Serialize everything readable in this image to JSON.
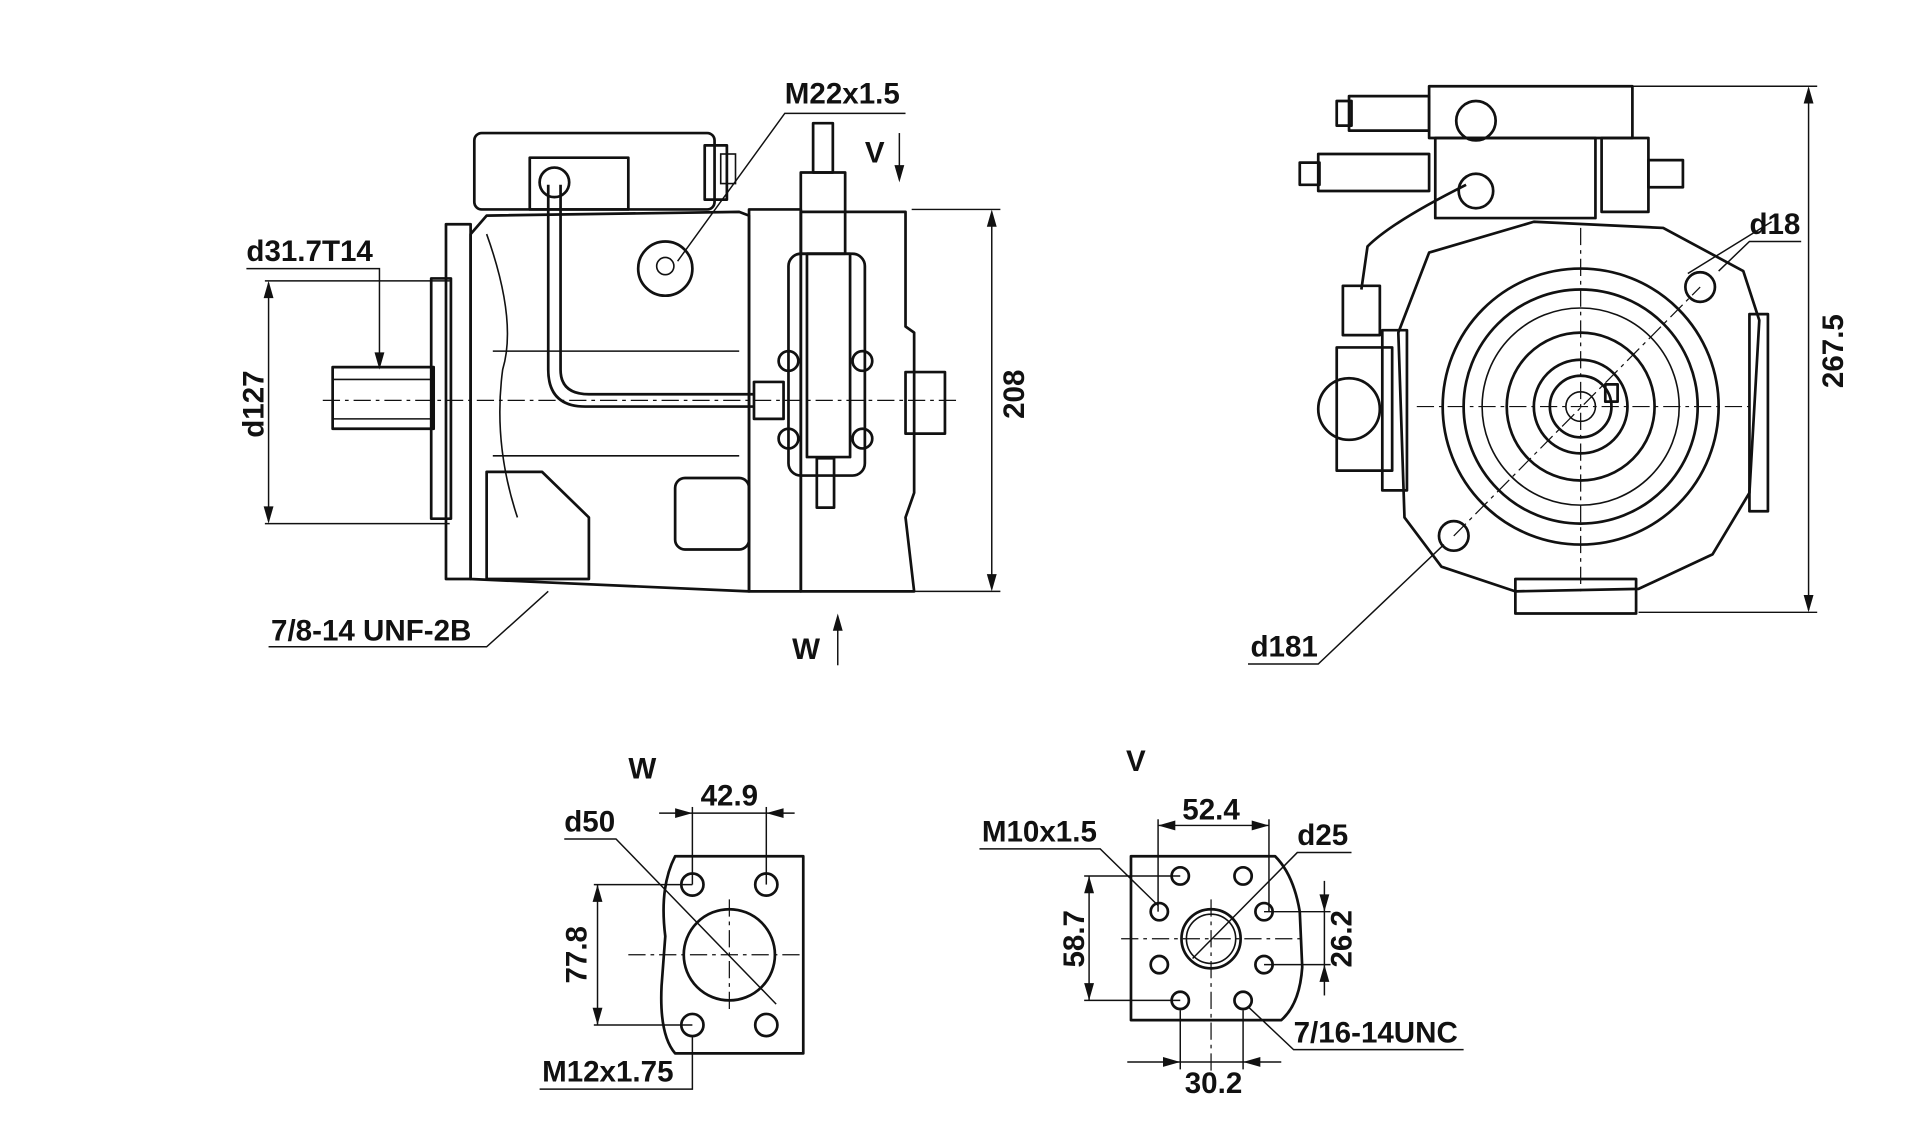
{
  "side_view": {
    "shaft_label": "d31.7T14",
    "pilot_diameter": "d127",
    "port_thread": "M22x1.5",
    "view_v_arrow": "V",
    "view_w_arrow": "W",
    "height_dim": "208",
    "drain_port": "7/8-14 UNF-2B"
  },
  "front_view": {
    "bolt_hole": "d18",
    "bolt_circle": "d181",
    "height_dim": "267.5"
  },
  "view_w": {
    "title": "W",
    "hole_spacing": "42.9",
    "port_diameter": "d50",
    "vertical_spacing": "77.8",
    "thread": "M12x1.75"
  },
  "view_v": {
    "title": "V",
    "hole_spacing": "52.4",
    "thread": "M10x1.5",
    "port_diameter": "d25",
    "vertical_spacing_outer": "58.7",
    "vertical_spacing_inner": "26.2",
    "unc_thread": "7/16-14UNC",
    "bottom_spacing": "30.2"
  }
}
